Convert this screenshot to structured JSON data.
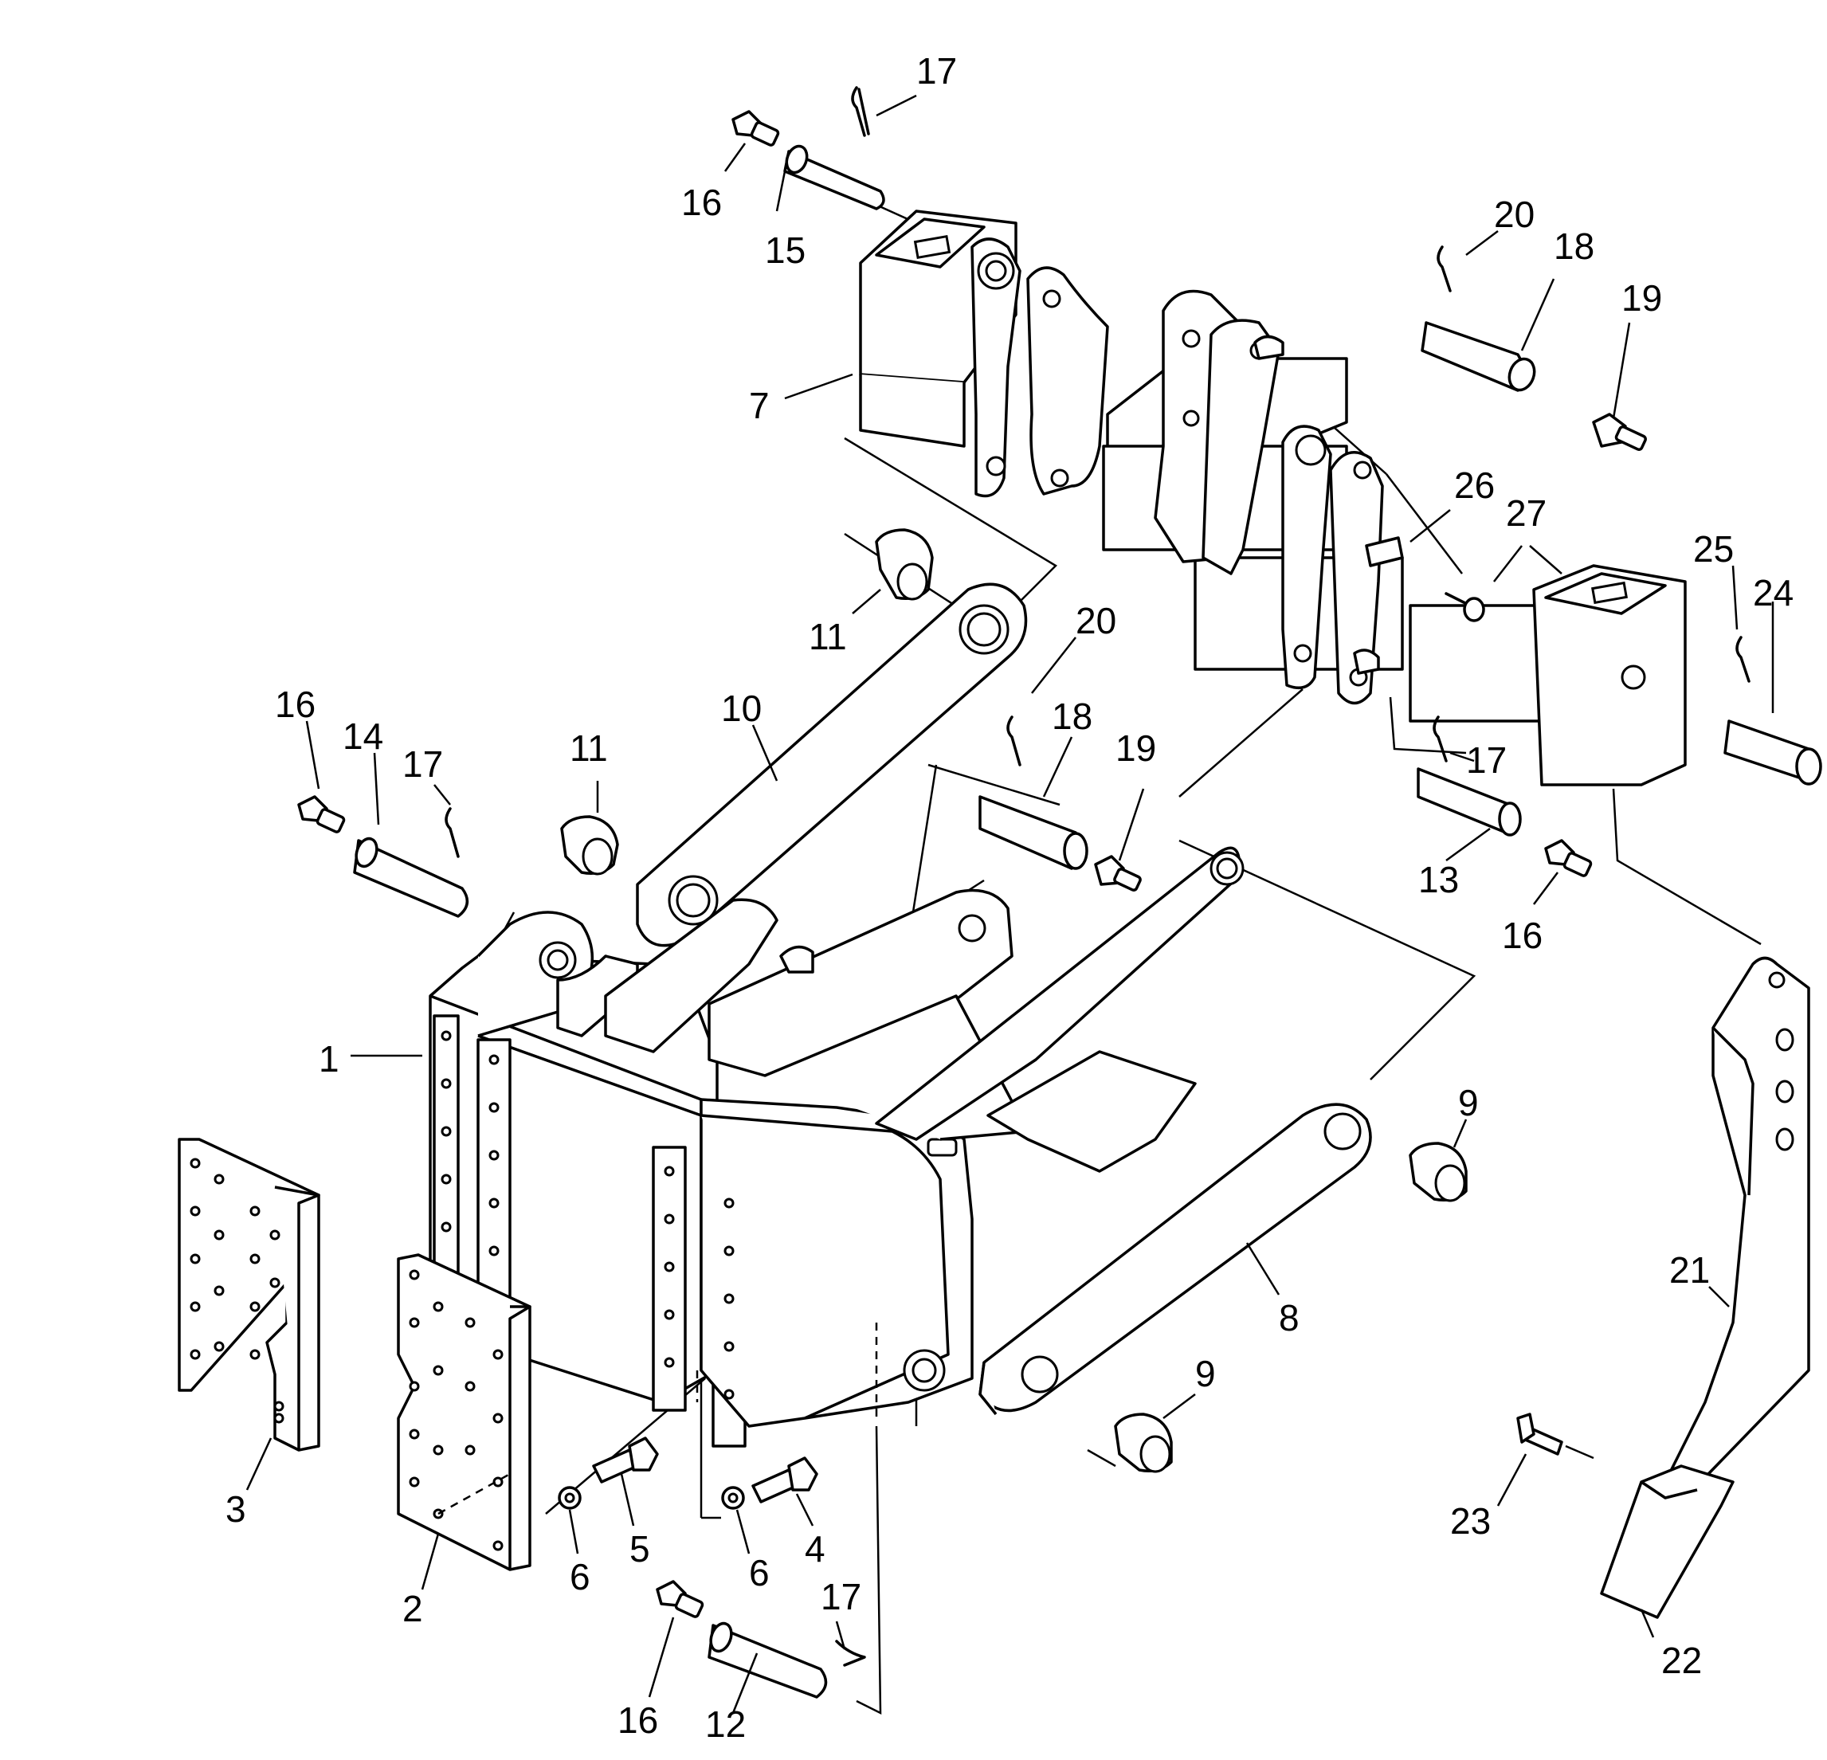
{
  "callouts": [
    {
      "key": "c17a",
      "label": "17"
    },
    {
      "key": "c16a",
      "label": "16"
    },
    {
      "key": "c15",
      "label": "15"
    },
    {
      "key": "c20a",
      "label": "20"
    },
    {
      "key": "c18a",
      "label": "18"
    },
    {
      "key": "c19a",
      "label": "19"
    },
    {
      "key": "c7",
      "label": "7"
    },
    {
      "key": "c26",
      "label": "26"
    },
    {
      "key": "c27",
      "label": "27"
    },
    {
      "key": "c25",
      "label": "25"
    },
    {
      "key": "c24",
      "label": "24"
    },
    {
      "key": "c11a",
      "label": "11"
    },
    {
      "key": "c20b",
      "label": "20"
    },
    {
      "key": "c10",
      "label": "10"
    },
    {
      "key": "c18b",
      "label": "18"
    },
    {
      "key": "c16b",
      "label": "16"
    },
    {
      "key": "c14",
      "label": "14"
    },
    {
      "key": "c17b",
      "label": "17"
    },
    {
      "key": "c11b",
      "label": "11"
    },
    {
      "key": "c19b",
      "label": "19"
    },
    {
      "key": "c17c",
      "label": "17"
    },
    {
      "key": "c13",
      "label": "13"
    },
    {
      "key": "c16c",
      "label": "16"
    },
    {
      "key": "c1",
      "label": "1"
    },
    {
      "key": "c9a",
      "label": "9"
    },
    {
      "key": "c21",
      "label": "21"
    },
    {
      "key": "c8",
      "label": "8"
    },
    {
      "key": "c9b",
      "label": "9"
    },
    {
      "key": "c3",
      "label": "3"
    },
    {
      "key": "c5",
      "label": "5"
    },
    {
      "key": "c4",
      "label": "4"
    },
    {
      "key": "c6a",
      "label": "6"
    },
    {
      "key": "c6b",
      "label": "6"
    },
    {
      "key": "c2",
      "label": "2"
    },
    {
      "key": "c23",
      "label": "23"
    },
    {
      "key": "c17d",
      "label": "17"
    },
    {
      "key": "c16d",
      "label": "16"
    },
    {
      "key": "c12",
      "label": "12"
    },
    {
      "key": "c22",
      "label": "22"
    }
  ]
}
